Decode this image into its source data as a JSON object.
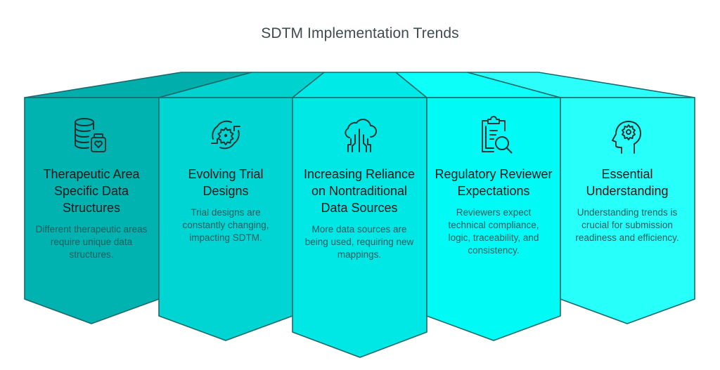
{
  "title": "SDTM Implementation Trends",
  "colors": {
    "border": "#1a6b6b",
    "panel_1": "#00b3b1",
    "panel_1_top": "#00aeac",
    "panel_2": "#00d5d3",
    "panel_2_top": "#00d2d0",
    "panel_3": "#00e8e5",
    "panel_3_top": "#00ebe8",
    "panel_4": "#00fbf6",
    "panel_4_top": "#0cfff8",
    "panel_5": "#26fffa",
    "panel_5_top": "#2cfffb",
    "title_text": "#3f4c4c",
    "heading_text": "#111a1a",
    "description_text": "#1f5e5e"
  },
  "panels": [
    {
      "icon": "database-medicine-bottle-icon",
      "title": "Therapeutic Area Specific Data Structures",
      "description": "Different therapeutic areas require unique data structures."
    },
    {
      "icon": "gear-cycle-icon",
      "title": "Evolving Trial Designs",
      "description": "Trial designs are constantly changing, impacting SDTM."
    },
    {
      "icon": "cloud-circuit-icon",
      "title": "Increasing Reliance on Nontraditional Data Sources",
      "description": "More data sources are being used, requiring new mappings."
    },
    {
      "icon": "clipboard-search-icon",
      "title": "Regulatory Reviewer Expectations",
      "description": "Reviewers expect technical compliance, logic, traceability, and consistency."
    },
    {
      "icon": "head-gear-icon",
      "title": "Essential Understanding",
      "description": "Understanding trends is crucial for submission readiness and efficiency."
    }
  ]
}
